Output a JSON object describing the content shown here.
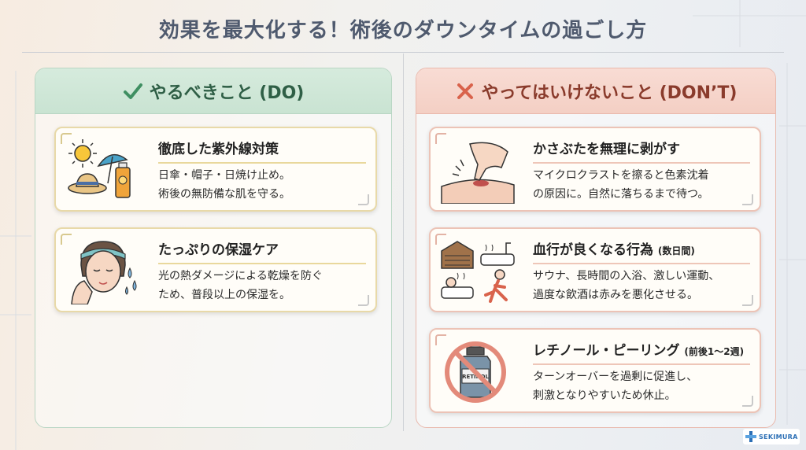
{
  "title": "効果を最大化する！術後のダウンタイムの過ごし方",
  "do_panel": {
    "heading": "やるべきこと (DO)",
    "icon": "check-icon",
    "accent": "#3f8f62",
    "cards": [
      {
        "title": "徹底した紫外線対策",
        "body_line1": "日傘・帽子・日焼け止め。",
        "body_line2": "術後の無防備な肌を守る。",
        "illustration": "sun-protection-icon"
      },
      {
        "title": "たっぷりの保湿ケア",
        "body_line1": "光の熱ダメージによる乾燥を防ぐ",
        "body_line2": "ため、普段以上の保湿を。",
        "illustration": "moisturizing-face-icon"
      }
    ]
  },
  "dont_panel": {
    "heading": "やってはいけないこと (DON’T)",
    "icon": "cross-icon",
    "accent": "#d9634c",
    "cards": [
      {
        "title": "かさぶたを無理に剥がす",
        "body_line1": "マイクロクラストを擦ると色素沈着",
        "body_line2": "の原因に。自然に落ちるまで待つ。",
        "illustration": "picking-scab-icon"
      },
      {
        "title": "血行が良くなる行為",
        "title_suffix": "(数日間)",
        "body_line1": "サウナ、長時間の入浴、激しい運動、",
        "body_line2": "過度な飲酒は赤みを悪化させる。",
        "illustration": "sauna-bath-exercise-icon"
      },
      {
        "title": "レチノール・ピーリング",
        "title_suffix": "(前後1〜2週)",
        "body_line1": "ターンオーバーを過剰に促進し、",
        "body_line2": "刺激となりやすいため休止。",
        "illustration": "no-retinol-icon",
        "bottle_label": "RETINOL"
      }
    ]
  },
  "logo": {
    "text": "SEKIMURA",
    "icon": "cross-logo-icon"
  }
}
